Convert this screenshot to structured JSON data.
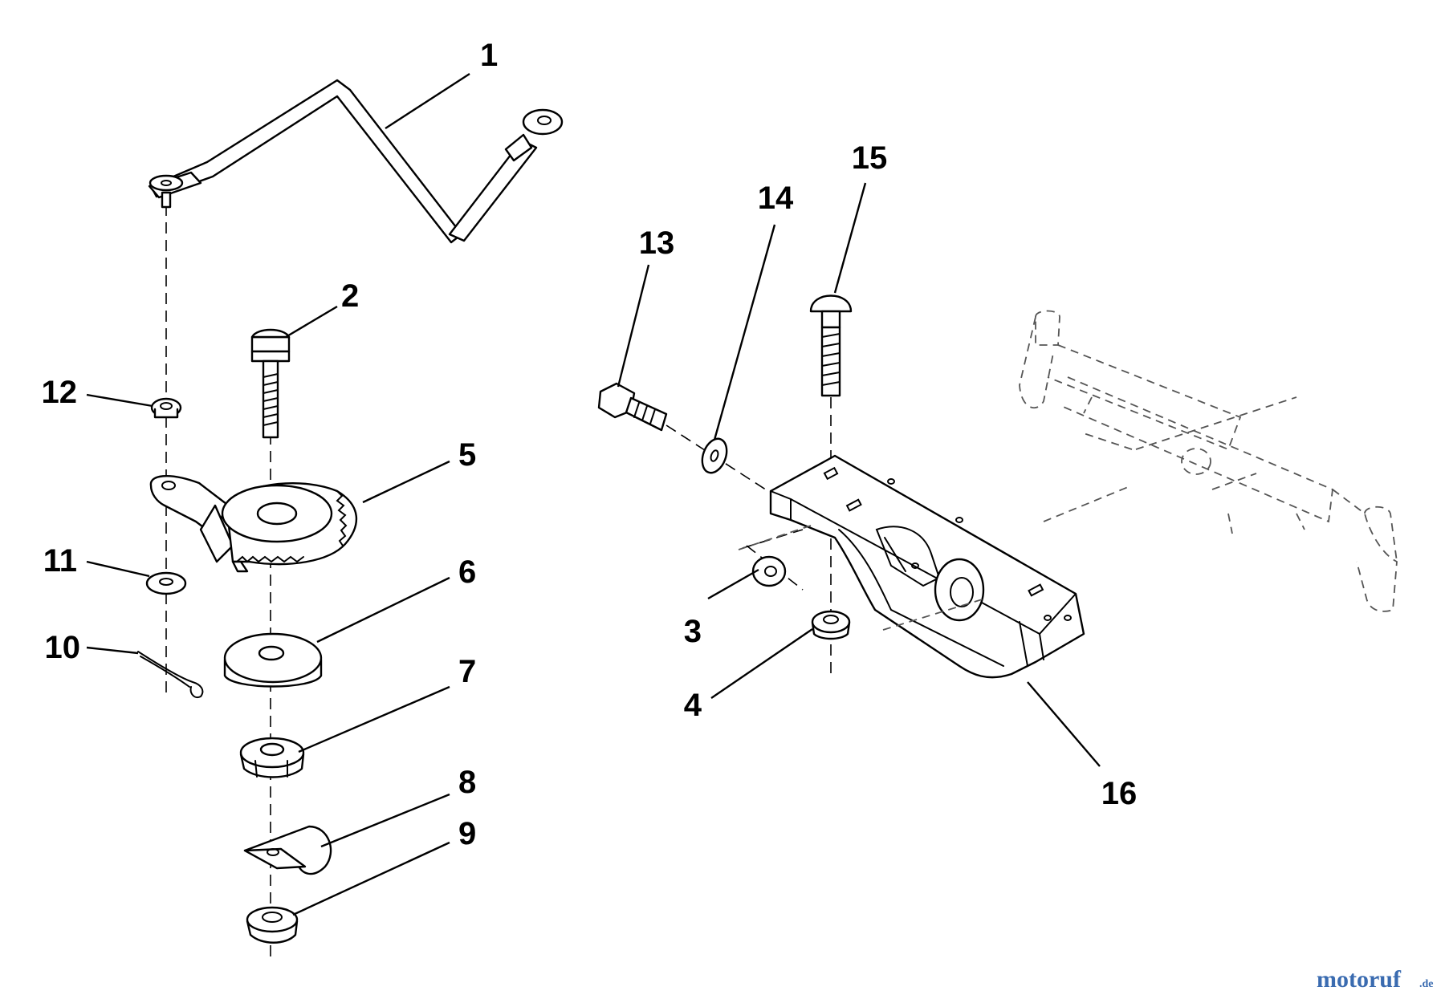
{
  "callouts": [
    {
      "number": "1"
    },
    {
      "number": "2"
    },
    {
      "number": "3"
    },
    {
      "number": "4"
    },
    {
      "number": "5"
    },
    {
      "number": "6"
    },
    {
      "number": "7"
    },
    {
      "number": "8"
    },
    {
      "number": "9"
    },
    {
      "number": "10"
    },
    {
      "number": "11"
    },
    {
      "number": "12"
    },
    {
      "number": "13"
    },
    {
      "number": "14"
    },
    {
      "number": "15"
    },
    {
      "number": "16"
    }
  ],
  "watermark": {
    "text": "motoruf",
    "suffix": ".de",
    "color_main": "#3a6bb0",
    "color_accent": "#d44a2a"
  }
}
